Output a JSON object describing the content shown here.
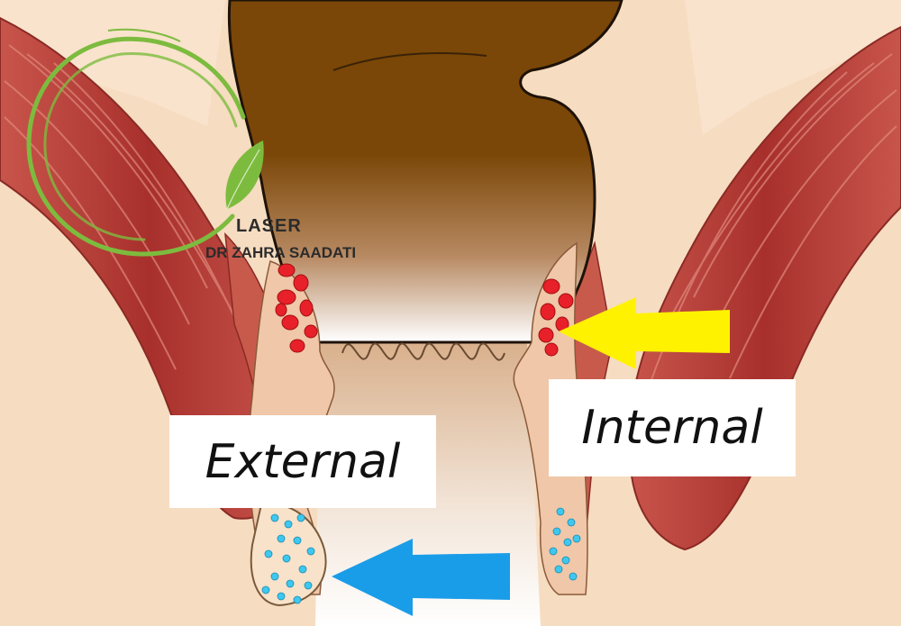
{
  "logo": {
    "line1": "LASER",
    "line2": "DR ZAHRA SAADATI",
    "ring_color": "#7dbb3e"
  },
  "labels": {
    "external": "External",
    "internal": "Internal"
  },
  "colors": {
    "skin": "#f6dcc0",
    "muscle": "#b8403a",
    "stool": "#7a4708",
    "internal_arrow": "#fff200",
    "external_arrow": "#1a9de8",
    "internal_vessels": "#e8202a",
    "external_vessels": "#3ec8f0"
  }
}
